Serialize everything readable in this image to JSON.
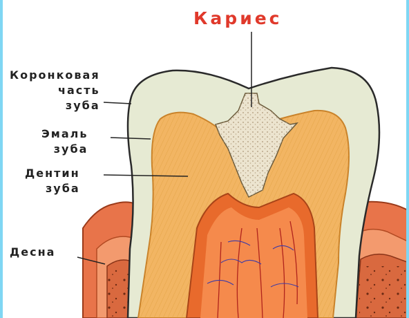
{
  "title": "Кариес",
  "labels": {
    "crown": [
      "Коронковая",
      "часть",
      "зуба"
    ],
    "enamel": [
      "Эмаль",
      "зуба"
    ],
    "dentin": [
      "Дентин",
      "зуба"
    ],
    "gum": "Десна"
  },
  "colors": {
    "title": "#e0392b",
    "enamel": "#e6ead3",
    "dentin": "#f2b563",
    "pulp": "#e86a2c",
    "gum": "#e8744a",
    "caries": "#ece4cf",
    "edge": "#7fd6f3"
  }
}
